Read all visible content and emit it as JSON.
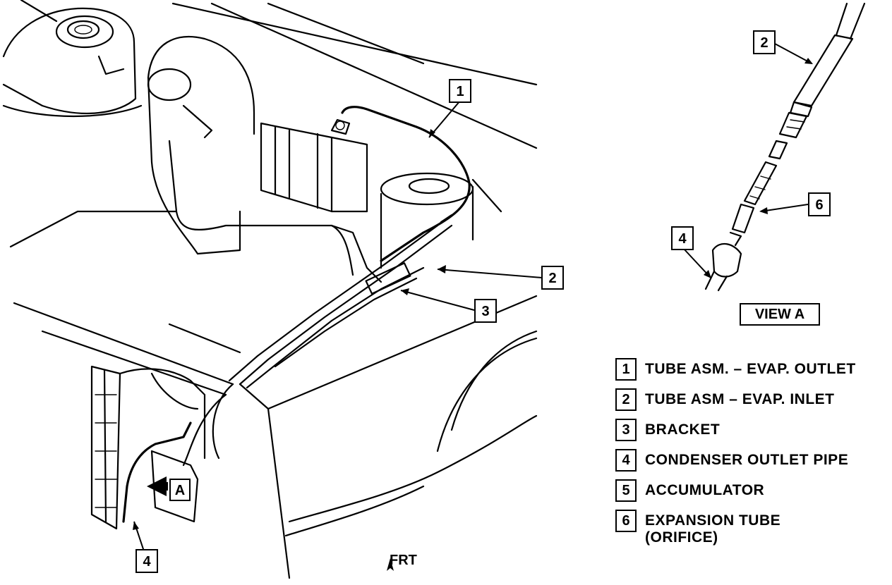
{
  "callouts": {
    "c1": "1",
    "c2_main": "2",
    "c3": "3",
    "c4_main": "4",
    "cA": "A",
    "c2_view": "2",
    "c6_view": "6",
    "c4_view": "4"
  },
  "view_label": "VIEW A",
  "front_label": "FRT",
  "legend": [
    {
      "num": "1",
      "text": "TUBE ASM. – EVAP. OUTLET"
    },
    {
      "num": "2",
      "text": "TUBE ASM – EVAP. INLET"
    },
    {
      "num": "3",
      "text": "BRACKET"
    },
    {
      "num": "4",
      "text": "CONDENSER OUTLET PIPE"
    },
    {
      "num": "5",
      "text": "ACCUMULATOR"
    },
    {
      "num": "6",
      "text": "EXPANSION TUBE (ORIFICE)"
    }
  ]
}
